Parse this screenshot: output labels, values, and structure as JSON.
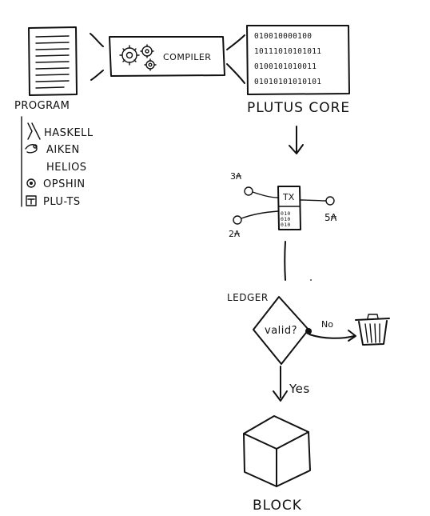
{
  "program": {
    "label": "PROGRAM",
    "languages": [
      {
        "icon": "haskell-icon",
        "name": "HASKELL"
      },
      {
        "icon": "aiken-icon",
        "name": "AIKEN"
      },
      {
        "icon": "",
        "name": "HELIOS"
      },
      {
        "icon": "opshin-icon",
        "name": "OPSHIN"
      },
      {
        "icon": "plu-ts-icon",
        "name": "PLU-TS"
      }
    ]
  },
  "compiler": {
    "label": "COMPILER"
  },
  "plutus_core": {
    "label": "PLUTUS CORE",
    "bit_rows": [
      "010010000100",
      "10111010101011",
      "0100101010011",
      "01010101010101"
    ]
  },
  "transaction": {
    "label": "TX",
    "inputs": [
      "3₳",
      "2₳"
    ],
    "output": "5₳",
    "bits": [
      "010",
      "010",
      "010"
    ]
  },
  "ledger": {
    "label": "LEDGER",
    "decision": "valid?",
    "no_label": "No",
    "yes_label": "Yes"
  },
  "block": {
    "label": "BLOCK"
  }
}
